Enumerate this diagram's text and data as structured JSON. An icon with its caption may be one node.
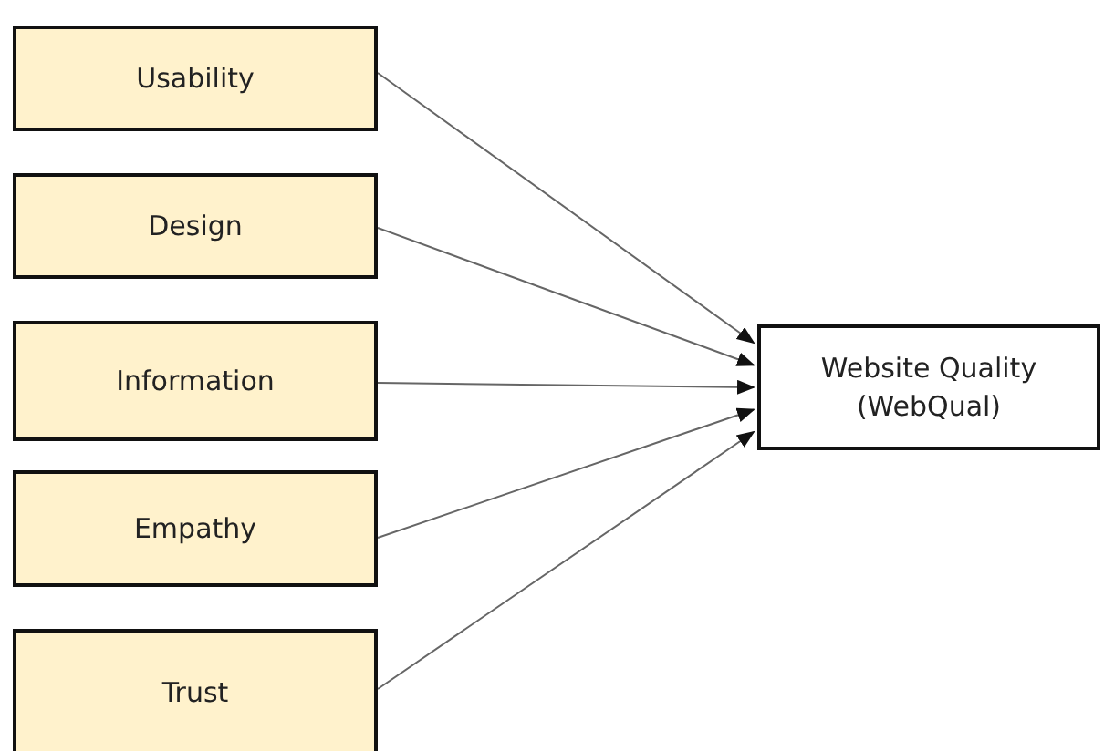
{
  "diagram": {
    "nodes": [
      {
        "text": [
          "Usability"
        ]
      },
      {
        "text": [
          "Design"
        ]
      },
      {
        "text": [
          "Information"
        ]
      },
      {
        "text": [
          "Empathy"
        ]
      },
      {
        "text": [
          "Trust"
        ]
      },
      {
        "text": [
          "Website Quality (WebQual)"
        ]
      }
    ],
    "edges": [
      {
        "from": 0,
        "to": 5,
        "arrow": "to"
      },
      {
        "from": 1,
        "to": 5,
        "arrow": "to"
      },
      {
        "from": 2,
        "to": 5,
        "arrow": "to"
      },
      {
        "from": 3,
        "to": 5,
        "arrow": "to"
      },
      {
        "from": 4,
        "to": 5,
        "arrow": "to"
      }
    ]
  }
}
